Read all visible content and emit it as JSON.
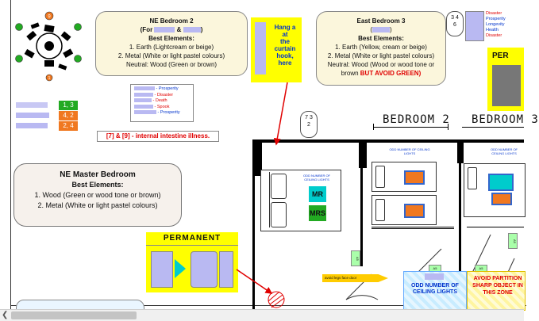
{
  "bagua_numbers": {
    "n1": "9",
    "n2": "1"
  },
  "score_table": [
    {
      "label": "1, 3",
      "color": "#22aa22"
    },
    {
      "label": "4, 2",
      "color": "#f07820"
    },
    {
      "label": "2, 4",
      "color": "#f07820"
    }
  ],
  "ne_bedroom2": {
    "title": "NE Bedroom 2",
    "for_prefix": "(For",
    "for_amp": "&",
    "for_suffix": ")",
    "best_elements": "Best Elements:",
    "line1": "1. Earth (Lightcream or beige)",
    "line2": "2. Metal (White or light pastel colours)",
    "line3": "Neutral: Wood (Green or brown)"
  },
  "hang_note": {
    "l1": "Hang a",
    "l2": "at",
    "l3": "the",
    "l4": "curtain",
    "l5": "hook,",
    "l6": "here"
  },
  "east_bedroom3": {
    "title": "East Bedroom 3",
    "paren_open": "(",
    "paren_close": ")",
    "best_elements": "Best Elements:",
    "line1": "1. Earth (Yellow, cream or beige)",
    "line2": "2. Metal (White or light pastel colours)",
    "line3": "Neutral: Wood (Wood or wood tone or",
    "line4a": "brown",
    "line4b": "BUT AVOID GREEN)"
  },
  "stars_small": {
    "a": "3",
    "b": "4",
    "c": "6"
  },
  "legend_right": [
    "Disaster",
    "Prosperity",
    "Longevity",
    "Health",
    "Disaster"
  ],
  "permanent_right": "PER",
  "legend_list": [
    {
      "text": "- Prosperity",
      "color": "#0033cc"
    },
    {
      "text": "- Disaster",
      "color": "#e00000"
    },
    {
      "text": "- Death",
      "color": "#e00000"
    },
    {
      "text": "- Spook",
      "color": "#e00000"
    },
    {
      "text": "- Prosperity",
      "color": "#0033cc"
    }
  ],
  "intestine_note": "[7] & [9] - internal intestine illness.",
  "stars_circle": {
    "a": "7",
    "b": "3",
    "c": "2"
  },
  "bedroom2_label": "BEDROOM 2",
  "bedroom3_label": "BEDROOM 3",
  "ne_master": {
    "title": "NE Master Bedroom",
    "best_elements": "Best Elements:",
    "line1": "1. Wood (Green or wood tone or brown)",
    "line2": "2. Metal (White or light pastel colours)"
  },
  "odd_lights": "ODD NUMBER OF CEILING LIGHTS",
  "mr_label": "MR",
  "mrs_label": "MRS",
  "permanent": "PERMANENT",
  "avoid_legs": "avoid legs face door",
  "odd_lights_big": "ODD NUMBER OF CEILING LIGHTS",
  "avoid_partition": "AVOID PARTITION SHARP OBJECT IN THIS ZONE",
  "small_tags": [
    "A5",
    "A5",
    "A5",
    "A5"
  ]
}
